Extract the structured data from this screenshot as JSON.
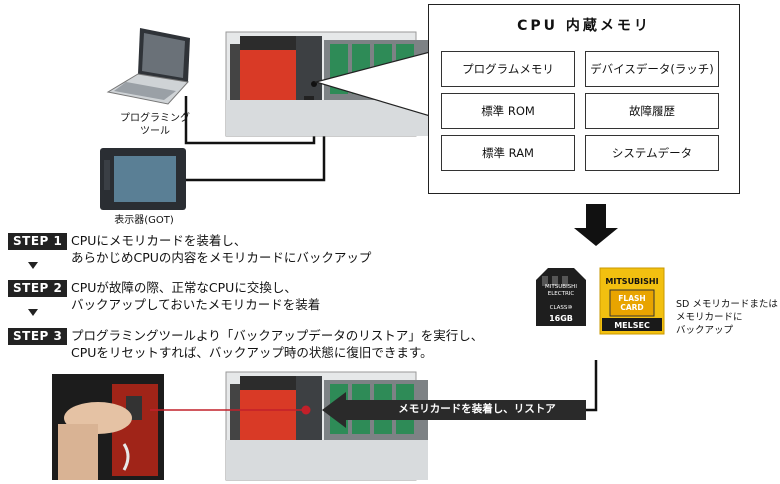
{
  "cpu_memory": {
    "title": "CPU 内蔵メモリ",
    "cells": [
      "プログラムメモリ",
      "デバイスデータ(ラッチ)",
      "標準 ROM",
      "故障履歴",
      "標準 RAM",
      "システムデータ"
    ]
  },
  "devices": {
    "programming_tool": "プログラミング\nツール",
    "got": "表示器(GOT)"
  },
  "steps": [
    {
      "tag": "STEP 1",
      "text": "CPUにメモリカードを装着し、\nあらかじめCPUの内容をメモリカードにバックアップ"
    },
    {
      "tag": "STEP 2",
      "text": "CPUが故障の際、正常なCPUに交換し、\nバックアップしておいたメモリカードを装着"
    },
    {
      "tag": "STEP 3",
      "text": "プログラミングツールより「バックアップデータのリストア」を実行し、\nCPUをリセットすれば、バックアップ時の状態に復旧できます。"
    }
  ],
  "sd_card": {
    "brand": "MITSUBISHI ELECTRIC",
    "capacity": "16GB",
    "class": "CLASS⑩"
  },
  "cf_card": {
    "brand": "MITSUBISHI",
    "label": "FLASH\nCARD",
    "footer": "MELSEC"
  },
  "memory_card_note": "SD メモリカードまたは\nメモリカードに\nバックアップ",
  "restore_label": "メモリカードを装着し、リストア"
}
